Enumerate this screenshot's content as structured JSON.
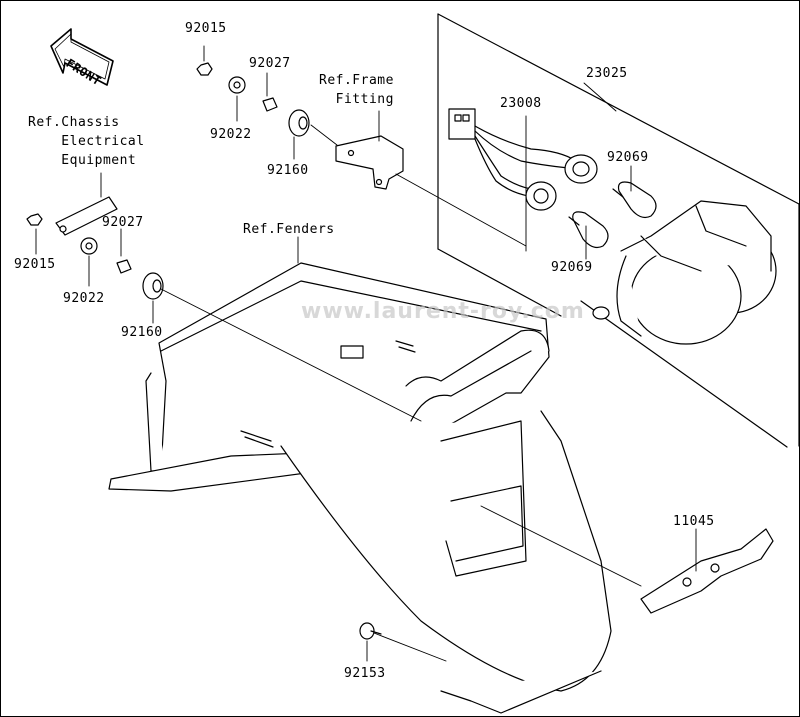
{
  "diagram": {
    "front_arrow_text": "FRONT",
    "watermark": "www.laurent-roy.com",
    "parts": [
      {
        "id": "92015-top",
        "number": "92015"
      },
      {
        "id": "92022-top",
        "number": "92022"
      },
      {
        "id": "92027-top",
        "number": "92027"
      },
      {
        "id": "92160-top",
        "number": "92160"
      },
      {
        "id": "92027-left",
        "number": "92027"
      },
      {
        "id": "92015-left",
        "number": "92015"
      },
      {
        "id": "92022-left",
        "number": "92022"
      },
      {
        "id": "92160-left",
        "number": "92160"
      },
      {
        "id": "23025",
        "number": "23025"
      },
      {
        "id": "23008",
        "number": "23008"
      },
      {
        "id": "92069-top",
        "number": "92069"
      },
      {
        "id": "92069-bottom",
        "number": "92069"
      },
      {
        "id": "11045",
        "number": "11045"
      },
      {
        "id": "92153",
        "number": "92153"
      }
    ],
    "refs": {
      "frame_fitting": "Ref.Frame\n  Fitting",
      "chassis_electrical": "Ref.Chassis\n    Electrical\n    Equipment",
      "fenders": "Ref.Fenders"
    }
  }
}
